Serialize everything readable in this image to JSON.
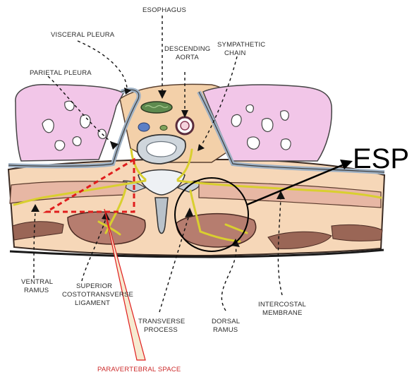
{
  "labels": {
    "esophagus": "ESOPHAGUS",
    "visceral_pleura": "VISCERAL PLEURA",
    "descending_aorta_1": "DESCENDING",
    "descending_aorta_2": "AORTA",
    "sympathetic_chain_1": "SYMPATHETIC",
    "sympathetic_chain_2": "CHAIN",
    "parietal_pleura": "PARIETAL  PLEURA",
    "ventral_ramus_1": "VENTRAL",
    "ventral_ramus_2": "RAMUS",
    "superior_ctl_1": "SUPERIOR",
    "superior_ctl_2": "COSTOTRANSVERSE",
    "superior_ctl_3": "LIGAMENT",
    "transverse_process_1": "TRANSVERSE",
    "transverse_process_2": "PROCESS",
    "dorsal_ramus_1": "DORSAL",
    "dorsal_ramus_2": "RAMUS",
    "intercostal_membrane_1": "INTERCOSTAL",
    "intercostal_membrane_2": "MEMBRANE",
    "paravertebral_space": "PARAVERTEBRAL SPACE",
    "esp": "ESP"
  },
  "colors": {
    "lung": "#f2c6e8",
    "muscle": "#b98c7e",
    "nerve": "#e8e24a",
    "paravertebral_highlight": "#e01d1d",
    "annotation": "#000000"
  }
}
